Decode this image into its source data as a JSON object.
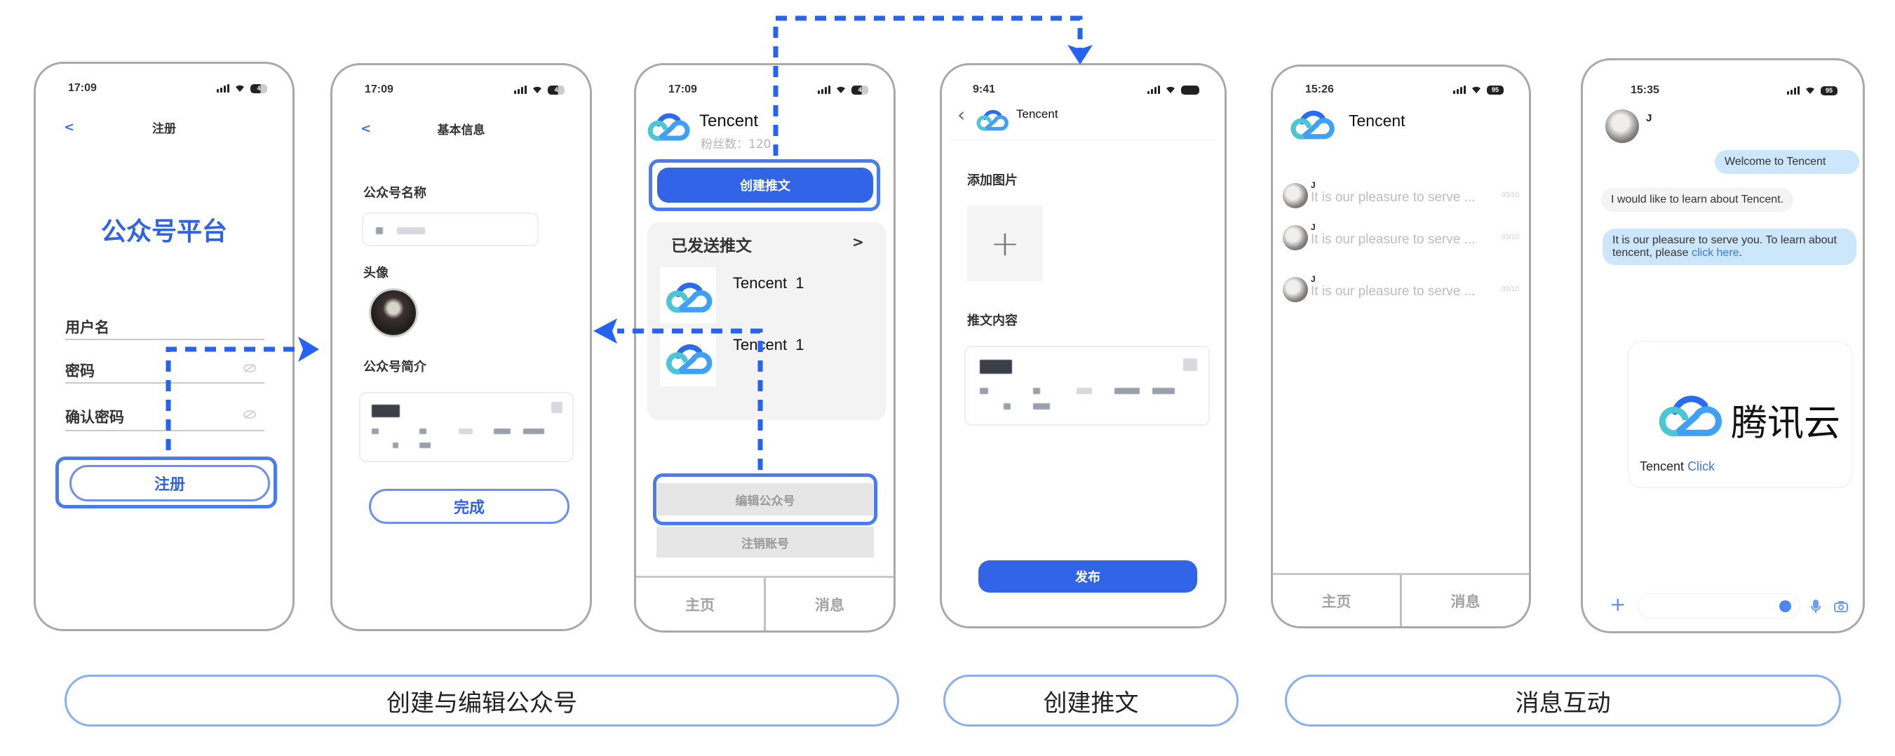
{
  "colors": {
    "accent": "#3264e8",
    "highlight": "#4a7cf0",
    "arrow": "#2563f0",
    "bubble_blue": "#cce6fb",
    "label_border": "#8aaef3"
  },
  "phones": {
    "register": {
      "status_time": "17:09",
      "battery": "4",
      "nav_back": "<",
      "nav_title": "注册",
      "headline": "公众号平台",
      "fields": [
        {
          "label": "用户名",
          "icon": ""
        },
        {
          "label": "密码",
          "icon": "eye-off-icon"
        },
        {
          "label": "确认密码",
          "icon": "eye-off-icon"
        }
      ],
      "submit_label": "注册"
    },
    "basic_info": {
      "status_time": "17:09",
      "battery": "4",
      "nav_back": "<",
      "nav_title": "基本信息",
      "name_label": "公众号名称",
      "avatar_label": "头像",
      "intro_label": "公众号简介",
      "done_label": "完成"
    },
    "profile": {
      "status_time": "17:09",
      "battery": "4",
      "account_name": "Tencent",
      "followers": "粉丝数：120",
      "create_post_label": "创建推文",
      "sent_posts_title": "已发送推文",
      "sent_posts_more": ">",
      "posts": [
        {
          "title": "Tencent  1"
        },
        {
          "title": "Tencent  1"
        }
      ],
      "edit_account_label": "编辑公众号",
      "delete_account_label": "注销账号",
      "tabs": [
        "主页",
        "消息"
      ]
    },
    "create_post": {
      "status_time": "9:41",
      "nav_back": "‹",
      "account_name": "Tencent",
      "add_image_label": "添加图片",
      "add_image_icon": "+",
      "content_label": "推文内容",
      "publish_label": "发布"
    },
    "messages": {
      "status_time": "15:26",
      "battery": "95",
      "account_name": "Tencent",
      "conversations": [
        {
          "name": "J",
          "preview": "It is our pleasure to serve ...",
          "date": "03/10"
        },
        {
          "name": "J",
          "preview": "It is our pleasure to serve ...",
          "date": "03/10"
        },
        {
          "name": "J",
          "preview": "It is our pleasure to serve ...",
          "date": "03/10"
        }
      ],
      "tabs": [
        "主页",
        "消息"
      ]
    },
    "chat": {
      "status_time": "15:35",
      "battery": "95",
      "contact_name": "J",
      "messages": [
        {
          "side": "right",
          "text": "Welcome to Tencent"
        },
        {
          "side": "left",
          "text": "I would like to learn about Tencent."
        },
        {
          "side": "left",
          "text": "It is our pleasure to serve you.  To learn about tencent, please ",
          "link": "click here",
          "suffix": "."
        }
      ],
      "card_brand": "腾讯云",
      "card_text": "Tencent",
      "card_link": "Click",
      "input_placeholder": ""
    }
  },
  "section_labels": [
    "创建与编辑公众号",
    "创建推文",
    "消息互动"
  ]
}
